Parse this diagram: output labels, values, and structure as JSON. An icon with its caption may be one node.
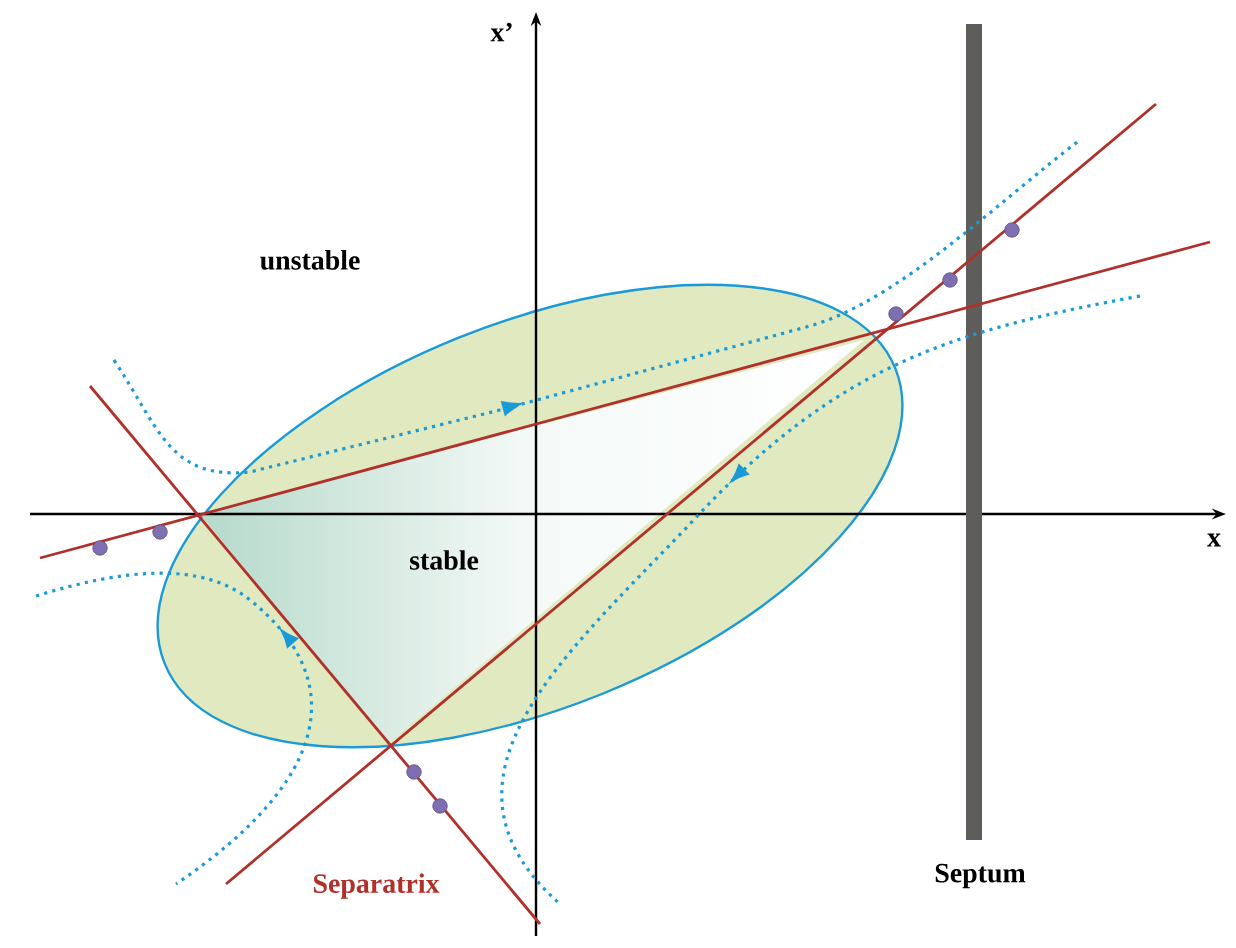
{
  "diagram": {
    "labels": [
      "x’",
      "unstable",
      "stable",
      "x",
      "Separatrix",
      "Septum"
    ]
  }
}
